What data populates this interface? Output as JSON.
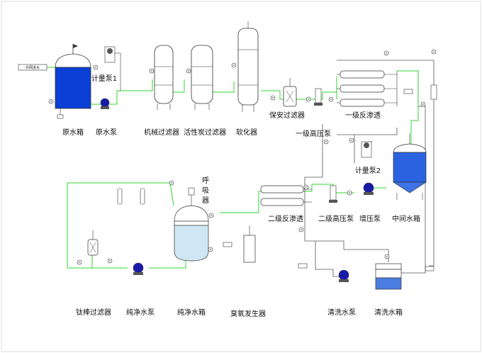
{
  "labels": {
    "raw_water_tank": "原水箱",
    "raw_water_pump": "原水泵",
    "metering_pump_1": "计量泵1",
    "mechanical_filter": "机械过滤器",
    "activated_carbon_filter": "活性炭过滤器",
    "softener": "软化器",
    "security_filter": "保安过滤器",
    "first_high_pressure_pump": "一级高压泵",
    "first_ro": "一级反渗透",
    "metering_pump_2": "计量泵2",
    "intermediate_tank": "中间水箱",
    "booster_pump": "增压泵",
    "second_high_pressure_pump": "二级高压泵",
    "second_ro": "二级反渗透",
    "breather": "呼吸器",
    "pure_water_tank": "纯净水箱",
    "pure_water_pump": "纯净水泵",
    "titanium_filter": "钛棒过滤器",
    "ozone_generator": "臭氧发生器",
    "cleaning_pump": "清洗水泵",
    "cleaning_tank": "清洗水箱",
    "inlet": "外网进水"
  },
  "gauge_label": "PI",
  "colors": {
    "pipe": "#2fd42f",
    "raw_tank_fill": "#0b3fd6",
    "intermediate_fill_top": "#1f5fe0",
    "pure_tank_fill": "#cfe6f3",
    "cleaning_fill": "#4a7de0"
  }
}
